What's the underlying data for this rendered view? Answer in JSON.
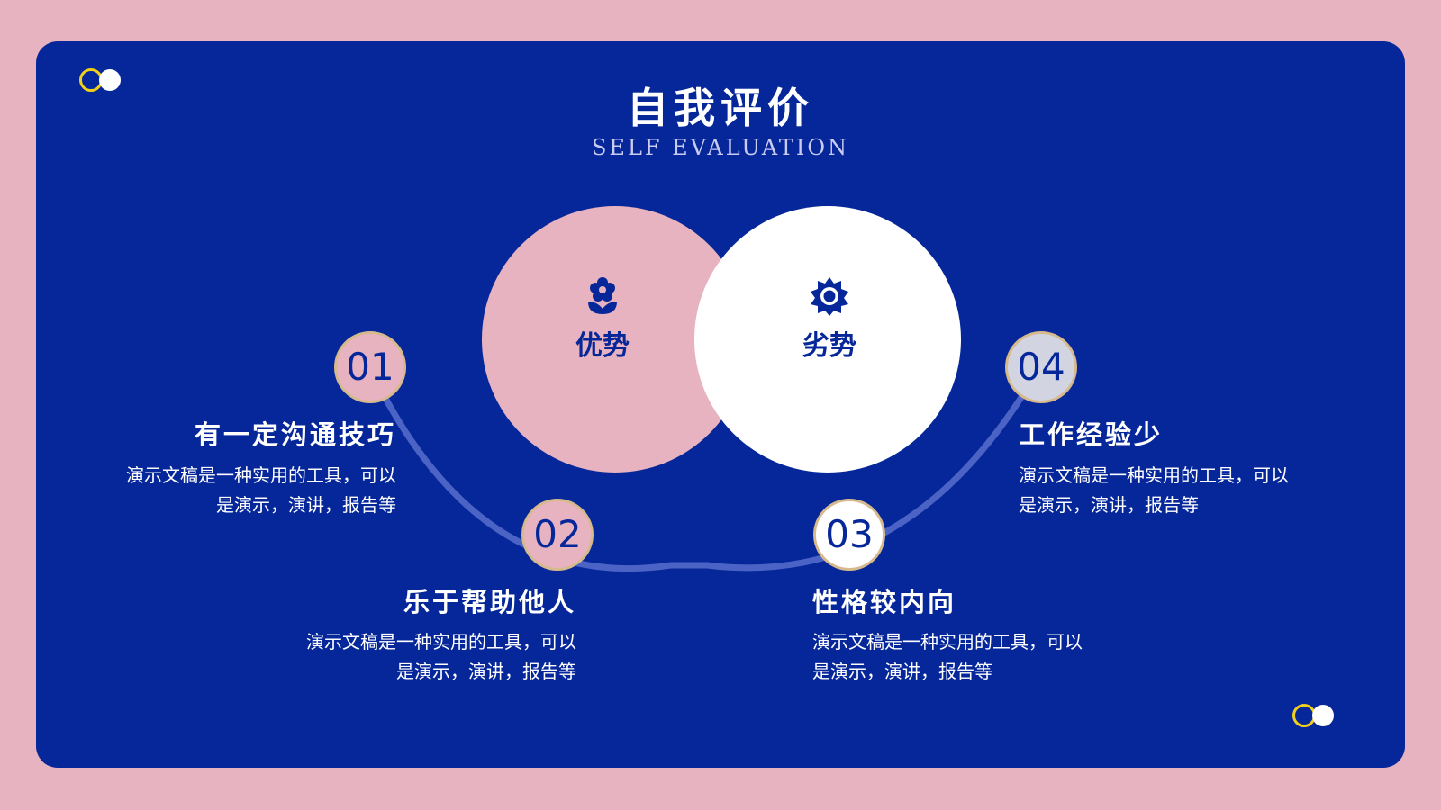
{
  "header": {
    "title": "自我评价",
    "subtitle": "SELF EVALUATION"
  },
  "circles": {
    "left": {
      "label": "优势",
      "icon": "flower-icon"
    },
    "right": {
      "label": "劣势",
      "icon": "gear-icon"
    }
  },
  "items": [
    {
      "number": "01",
      "title": "有一定沟通技巧",
      "desc_line1": "演示文稿是一种实用的工具，可以",
      "desc_line2": "是演示，演讲，报告等"
    },
    {
      "number": "02",
      "title": "乐于帮助他人",
      "desc_line1": "演示文稿是一种实用的工具，可以",
      "desc_line2": "是演示，演讲，报告等"
    },
    {
      "number": "03",
      "title": "性格较内向",
      "desc_line1": "演示文稿是一种实用的工具，可以",
      "desc_line2": "是演示，演讲，报告等"
    },
    {
      "number": "04",
      "title": "工作经验少",
      "desc_line1": "演示文稿是一种实用的工具，可以",
      "desc_line2": "是演示，演讲，报告等"
    }
  ],
  "colors": {
    "background": "#e8b3c0",
    "panel": "#06279a",
    "pink": "#e8b3c0",
    "white": "#ffffff",
    "accent_yellow": "#f2cf1b",
    "badge_border": "#d6b98c",
    "badge_gray": "#d2d5e1"
  }
}
